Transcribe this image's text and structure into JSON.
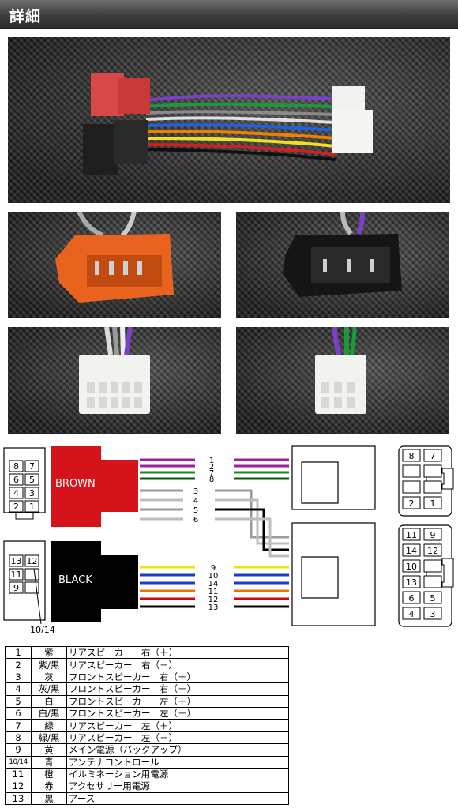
{
  "header": {
    "title": "詳細"
  },
  "diagram": {
    "brown_label": "BROWN",
    "black_label": "BLACK",
    "left_pins_top": [
      [
        "8",
        "7"
      ],
      [
        "6",
        "5"
      ],
      [
        "4",
        "3"
      ],
      [
        "2",
        "1"
      ]
    ],
    "left_pins_bottom": [
      [
        "13",
        "12"
      ],
      [
        "11",
        ""
      ],
      [
        "9",
        ""
      ]
    ],
    "bottom_note": "10/14",
    "wire_numbers_top": [
      "1",
      "2",
      "7",
      "8"
    ],
    "wire_numbers_mid": [
      "3",
      "4",
      "5",
      "6"
    ],
    "wire_numbers_bottom": [
      "9",
      "10",
      "14",
      "11",
      "12",
      "13"
    ],
    "right_pins_top": [
      [
        "8",
        "7"
      ],
      [
        "",
        ""
      ],
      [
        "",
        ""
      ],
      [
        "2",
        "1"
      ]
    ],
    "right_pins_bottom": [
      [
        "11",
        "9"
      ],
      [
        "14",
        "12"
      ],
      [
        "10",
        ""
      ],
      [
        "13",
        ""
      ],
      [
        "6",
        "5"
      ],
      [
        "4",
        "3"
      ]
    ],
    "colors": {
      "purple": "#a020a0",
      "green": "#1a8a1a",
      "green_black": "#0a5a0a",
      "gray": "#9a9a9a",
      "yellow": "#e8e800",
      "blue": "#1a3ad0",
      "orange": "#f07000",
      "red": "#e00000",
      "black": "#000000",
      "brown_connector": "#d4141a",
      "black_connector": "#000000"
    }
  },
  "pin_table": [
    {
      "num": "1",
      "color": "紫",
      "desc": "リアスピーカー　右（＋）"
    },
    {
      "num": "2",
      "color": "紫/黒",
      "desc": "リアスピーカー　右（－）"
    },
    {
      "num": "3",
      "color": "灰",
      "desc": "フロントスピーカー　右（＋）"
    },
    {
      "num": "4",
      "color": "灰/黒",
      "desc": "フロントスピーカー　右（－）"
    },
    {
      "num": "5",
      "color": "白",
      "desc": "フロントスピーカー　左（＋）"
    },
    {
      "num": "6",
      "color": "白/黒",
      "desc": "フロントスピーカー　左（－）"
    },
    {
      "num": "7",
      "color": "緑",
      "desc": "リアスピーカー　左（＋）"
    },
    {
      "num": "8",
      "color": "緑/黒",
      "desc": "リアスピーカー　左（－）"
    },
    {
      "num": "9",
      "color": "黄",
      "desc": "メイン電源（バックアップ）"
    },
    {
      "num": "10/14",
      "color": "青",
      "desc": "アンテナコントロール"
    },
    {
      "num": "11",
      "color": "橙",
      "desc": "イルミネーション用電源"
    },
    {
      "num": "12",
      "color": "赤",
      "desc": "アクセサリー用電源"
    },
    {
      "num": "13",
      "color": "黒",
      "desc": "アース"
    }
  ]
}
